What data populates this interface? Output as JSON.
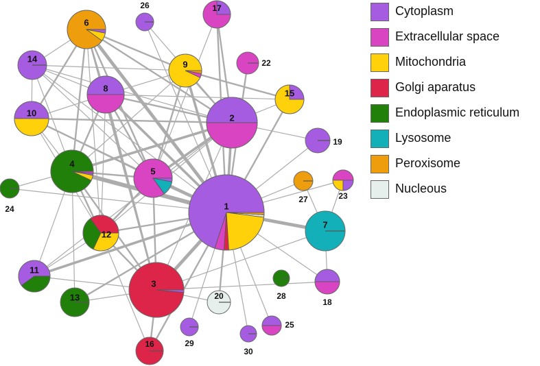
{
  "legend": [
    {
      "label": "Cytoplasm",
      "color": "#a55ce0"
    },
    {
      "label": "Extracellular space",
      "color": "#d944c2"
    },
    {
      "label": "Mitochondria",
      "color": "#ffd10a"
    },
    {
      "label": "Golgi aparatus",
      "color": "#dc2548"
    },
    {
      "label": "Endoplasmic reticulum",
      "color": "#20800a"
    },
    {
      "label": "Lysosome",
      "color": "#13b0b9"
    },
    {
      "label": "Peroxisome",
      "color": "#ee9d0c"
    },
    {
      "label": "Nucleous",
      "color": "#e6efec"
    }
  ],
  "nodes": [
    {
      "id": "1",
      "comp": [
        {
          "c": 0,
          "v": 0.7
        },
        {
          "c": 1,
          "v": 0.04
        },
        {
          "c": 3,
          "v": 0.02
        },
        {
          "c": 2,
          "v": 0.22
        },
        {
          "c": 7,
          "v": 0.01
        },
        {
          "c": 6,
          "v": 0.01
        }
      ]
    },
    {
      "id": "2",
      "comp": [
        {
          "c": 0,
          "v": 0.5
        },
        {
          "c": 1,
          "v": 0.5
        }
      ]
    },
    {
      "id": "3",
      "comp": [
        {
          "c": 3,
          "v": 0.985
        },
        {
          "c": 0,
          "v": 0.015
        }
      ]
    },
    {
      "id": "4",
      "comp": [
        {
          "c": 4,
          "v": 0.93
        },
        {
          "c": 2,
          "v": 0.04
        },
        {
          "c": 0,
          "v": 0.015
        },
        {
          "c": 1,
          "v": 0.015
        }
      ]
    },
    {
      "id": "5",
      "comp": [
        {
          "c": 1,
          "v": 0.85
        },
        {
          "c": 5,
          "v": 0.12
        },
        {
          "c": 0,
          "v": 0.03
        }
      ]
    },
    {
      "id": "6",
      "comp": [
        {
          "c": 6,
          "v": 0.9
        },
        {
          "c": 2,
          "v": 0.07
        },
        {
          "c": 0,
          "v": 0.03
        }
      ]
    },
    {
      "id": "7",
      "comp": [
        {
          "c": 5,
          "v": 1.0
        }
      ]
    },
    {
      "id": "8",
      "comp": [
        {
          "c": 0,
          "v": 0.5
        },
        {
          "c": 1,
          "v": 0.5
        }
      ]
    },
    {
      "id": "9",
      "comp": [
        {
          "c": 2,
          "v": 0.93
        },
        {
          "c": 1,
          "v": 0.04
        },
        {
          "c": 6,
          "v": 0.03
        }
      ]
    },
    {
      "id": "10",
      "comp": [
        {
          "c": 0,
          "v": 0.5
        },
        {
          "c": 2,
          "v": 0.5
        }
      ]
    },
    {
      "id": "11",
      "comp": [
        {
          "c": 0,
          "v": 0.6
        },
        {
          "c": 4,
          "v": 0.4
        }
      ]
    },
    {
      "id": "12",
      "comp": [
        {
          "c": 3,
          "v": 0.35
        },
        {
          "c": 4,
          "v": 0.33
        },
        {
          "c": 2,
          "v": 0.32
        }
      ]
    },
    {
      "id": "13",
      "comp": [
        {
          "c": 4,
          "v": 1.0
        }
      ]
    },
    {
      "id": "14",
      "comp": [
        {
          "c": 0,
          "v": 1.0
        }
      ]
    },
    {
      "id": "15",
      "comp": [
        {
          "c": 0,
          "v": 0.25
        },
        {
          "c": 2,
          "v": 0.75
        }
      ]
    },
    {
      "id": "16",
      "comp": [
        {
          "c": 3,
          "v": 1.0
        }
      ]
    },
    {
      "id": "17",
      "comp": [
        {
          "c": 0,
          "v": 0.25
        },
        {
          "c": 1,
          "v": 0.75
        }
      ]
    },
    {
      "id": "18",
      "comp": [
        {
          "c": 0,
          "v": 0.5
        },
        {
          "c": 1,
          "v": 0.5
        }
      ]
    },
    {
      "id": "19",
      "comp": [
        {
          "c": 0,
          "v": 1.0
        }
      ]
    },
    {
      "id": "20",
      "comp": [
        {
          "c": 7,
          "v": 1.0
        }
      ]
    },
    {
      "id": "22",
      "comp": [
        {
          "c": 1,
          "v": 1.0
        }
      ]
    },
    {
      "id": "23",
      "comp": [
        {
          "c": 1,
          "v": 0.5
        },
        {
          "c": 2,
          "v": 0.25
        },
        {
          "c": 0,
          "v": 0.25
        }
      ]
    },
    {
      "id": "24",
      "comp": [
        {
          "c": 4,
          "v": 1.0
        }
      ]
    },
    {
      "id": "25",
      "comp": [
        {
          "c": 0,
          "v": 0.5
        },
        {
          "c": 1,
          "v": 0.5
        }
      ]
    },
    {
      "id": "26",
      "comp": [
        {
          "c": 0,
          "v": 1.0
        }
      ]
    },
    {
      "id": "27",
      "comp": [
        {
          "c": 6,
          "v": 1.0
        }
      ]
    },
    {
      "id": "28",
      "comp": [
        {
          "c": 4,
          "v": 1.0
        }
      ]
    },
    {
      "id": "29",
      "comp": [
        {
          "c": 0,
          "v": 1.0
        }
      ]
    },
    {
      "id": "30",
      "comp": [
        {
          "c": 0,
          "v": 1.0
        }
      ]
    }
  ],
  "edges": [
    [
      "1",
      "2",
      3
    ],
    [
      "1",
      "3",
      4
    ],
    [
      "1",
      "4",
      5
    ],
    [
      "1",
      "5",
      4
    ],
    [
      "1",
      "6",
      4
    ],
    [
      "1",
      "7",
      4
    ],
    [
      "1",
      "8",
      3
    ],
    [
      "1",
      "9",
      3
    ],
    [
      "1",
      "10",
      2
    ],
    [
      "1",
      "11",
      3
    ],
    [
      "1",
      "12",
      2
    ],
    [
      "1",
      "13",
      2
    ],
    [
      "1",
      "15",
      2
    ],
    [
      "1",
      "16",
      2
    ],
    [
      "1",
      "17",
      2
    ],
    [
      "1",
      "18",
      1
    ],
    [
      "1",
      "19",
      1
    ],
    [
      "1",
      "20",
      2
    ],
    [
      "1",
      "22",
      2
    ],
    [
      "1",
      "23",
      1
    ],
    [
      "1",
      "25",
      1
    ],
    [
      "1",
      "26",
      1
    ],
    [
      "1",
      "27",
      1
    ],
    [
      "1",
      "29",
      1
    ],
    [
      "1",
      "30",
      1
    ],
    [
      "1",
      "14",
      1
    ],
    [
      "1",
      "24",
      1
    ],
    [
      "2",
      "4",
      3
    ],
    [
      "2",
      "5",
      3
    ],
    [
      "2",
      "6",
      2
    ],
    [
      "2",
      "8",
      2
    ],
    [
      "2",
      "9",
      2
    ],
    [
      "2",
      "10",
      2
    ],
    [
      "2",
      "12",
      1
    ],
    [
      "2",
      "14",
      1
    ],
    [
      "2",
      "15",
      1
    ],
    [
      "2",
      "17",
      2
    ],
    [
      "2",
      "19",
      1
    ],
    [
      "2",
      "26",
      1
    ],
    [
      "2",
      "3",
      1
    ],
    [
      "2",
      "11",
      1
    ],
    [
      "3",
      "4",
      2
    ],
    [
      "3",
      "5",
      2
    ],
    [
      "3",
      "8",
      2
    ],
    [
      "3",
      "6",
      2
    ],
    [
      "3",
      "11",
      1
    ],
    [
      "3",
      "12",
      2
    ],
    [
      "3",
      "13",
      1
    ],
    [
      "3",
      "16",
      2
    ],
    [
      "3",
      "18",
      1
    ],
    [
      "3",
      "7",
      1
    ],
    [
      "3",
      "20",
      1
    ],
    [
      "4",
      "6",
      2
    ],
    [
      "4",
      "8",
      2
    ],
    [
      "4",
      "10",
      1
    ],
    [
      "4",
      "11",
      1
    ],
    [
      "4",
      "12",
      2
    ],
    [
      "4",
      "13",
      1
    ],
    [
      "4",
      "14",
      1
    ],
    [
      "4",
      "24",
      1
    ],
    [
      "4",
      "5",
      2
    ],
    [
      "4",
      "9",
      1
    ],
    [
      "5",
      "6",
      2
    ],
    [
      "5",
      "8",
      2
    ],
    [
      "5",
      "9",
      2
    ],
    [
      "5",
      "10",
      1
    ],
    [
      "5",
      "12",
      2
    ],
    [
      "5",
      "14",
      1
    ],
    [
      "5",
      "17",
      1
    ],
    [
      "6",
      "8",
      1
    ],
    [
      "6",
      "9",
      2
    ],
    [
      "6",
      "10",
      2
    ],
    [
      "6",
      "14",
      1
    ],
    [
      "6",
      "12",
      1
    ],
    [
      "8",
      "9",
      1
    ],
    [
      "8",
      "10",
      1
    ],
    [
      "8",
      "12",
      1
    ],
    [
      "8",
      "14",
      1
    ],
    [
      "8",
      "15",
      1
    ],
    [
      "9",
      "14",
      1
    ],
    [
      "9",
      "15",
      2
    ],
    [
      "10",
      "12",
      1
    ],
    [
      "10",
      "14",
      1
    ],
    [
      "11",
      "12",
      1
    ],
    [
      "12",
      "16",
      1
    ],
    [
      "7",
      "18",
      1
    ],
    [
      "7",
      "23",
      1
    ],
    [
      "7",
      "27",
      1
    ]
  ]
}
